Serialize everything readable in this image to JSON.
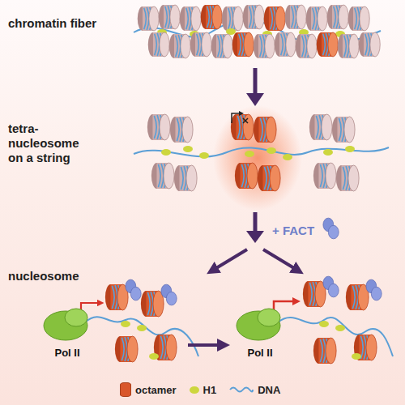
{
  "diagram": {
    "nodes": [
      {
        "text": [
          "Pol II"
        ]
      },
      {
        "text": [
          "Pol II"
        ]
      }
    ],
    "labels": [
      "chromatin fiber",
      "tetra- nucleosome on a string",
      "+ FACT",
      "nucleosome"
    ],
    "legend": [
      {
        "text": "octamer",
        "color": "#d9562a"
      },
      {
        "text": "H1",
        "color": "#cdd63e"
      },
      {
        "text": "DNA"
      }
    ]
  }
}
